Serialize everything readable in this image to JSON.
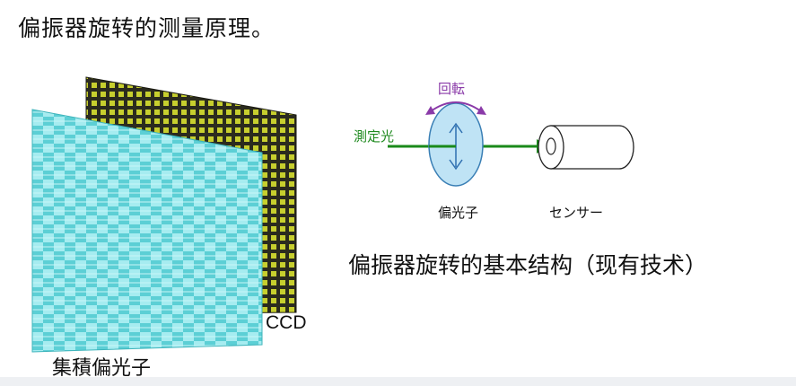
{
  "title": "偏振器旋转的测量原理。",
  "left_figure": {
    "ccd_label": "CCD",
    "polarizer_array_label": "集積偏光子"
  },
  "right_figure": {
    "measure_light_label": "測定光",
    "rotation_label": "回転",
    "polarizer_label": "偏光子",
    "sensor_label": "センサー"
  },
  "caption": "偏振器旋转的基本结构（现有技术）",
  "colors": {
    "ccd_background": "#2b2b1e",
    "ccd_pixel": "#c7cf2e",
    "polarizer_tile_light": "#a6ecf0",
    "polarizer_tile_dark": "#4fc6cc",
    "light_beam": "#1a8a1a",
    "polarizer_disk": "#bfe3f5",
    "rotation_arrow": "#8a3aa8"
  }
}
